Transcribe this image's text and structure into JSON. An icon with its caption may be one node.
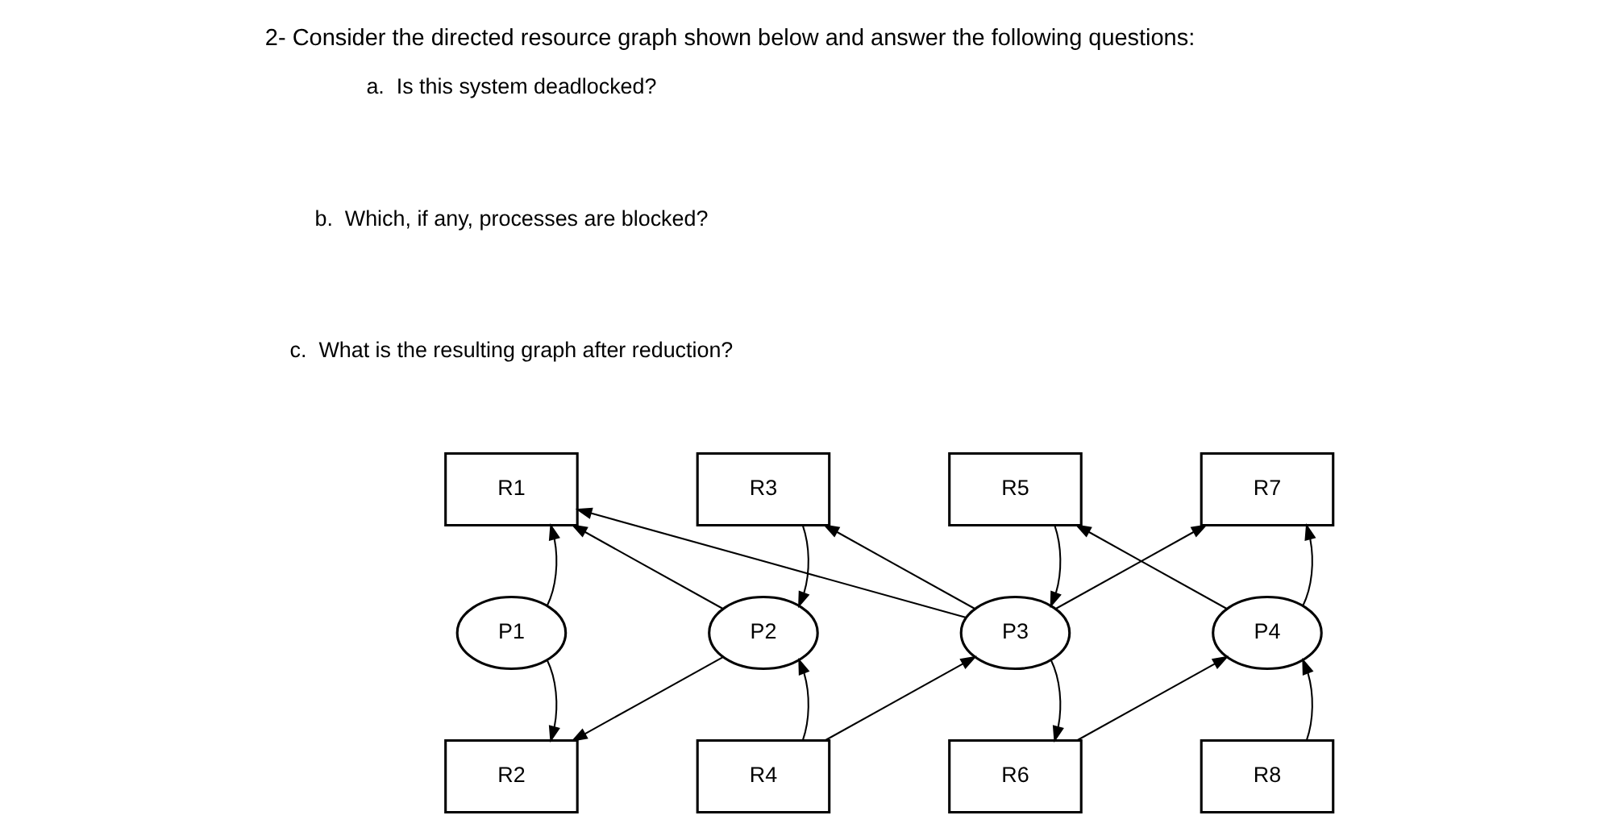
{
  "diagram": {
    "title": "2- Consider the directed resource graph shown below and answer the following questions:",
    "nodes": [
      {
        "text": [
          "R1"
        ]
      },
      {
        "text": [
          "R3"
        ]
      },
      {
        "text": [
          "R5"
        ]
      },
      {
        "text": [
          "R7"
        ]
      },
      {
        "text": [
          "P1"
        ]
      },
      {
        "text": [
          "P2"
        ]
      },
      {
        "text": [
          "P3"
        ]
      },
      {
        "text": [
          "P4"
        ]
      },
      {
        "text": [
          "R2"
        ]
      },
      {
        "text": [
          "R4"
        ]
      },
      {
        "text": [
          "R6"
        ]
      },
      {
        "text": [
          "R8"
        ]
      }
    ],
    "edges": [
      {
        "from": 4,
        "to": 0,
        "arrow": "to"
      },
      {
        "from": 4,
        "to": 8,
        "arrow": "to"
      },
      {
        "from": 5,
        "to": 0,
        "arrow": "to"
      },
      {
        "from": 5,
        "to": 8,
        "arrow": "to"
      },
      {
        "from": 1,
        "to": 5,
        "arrow": "to"
      },
      {
        "from": 9,
        "to": 5,
        "arrow": "to"
      },
      {
        "from": 6,
        "to": 0,
        "arrow": "to"
      },
      {
        "from": 6,
        "to": 1,
        "arrow": "to"
      },
      {
        "from": 2,
        "to": 6,
        "arrow": "to"
      },
      {
        "from": 6,
        "to": 10,
        "arrow": "to"
      },
      {
        "from": 6,
        "to": 3,
        "arrow": "to"
      },
      {
        "from": 9,
        "to": 6,
        "arrow": "to"
      },
      {
        "from": 7,
        "to": 2,
        "arrow": "to"
      },
      {
        "from": 7,
        "to": 3,
        "arrow": "to"
      },
      {
        "from": 10,
        "to": 7,
        "arrow": "to"
      },
      {
        "from": 11,
        "to": 7,
        "arrow": "to"
      }
    ],
    "labels": [
      "a.  Is this system deadlocked?",
      "b.  Which, if any, processes are blocked?",
      "c.  What is the resulting graph after reduction?"
    ]
  }
}
